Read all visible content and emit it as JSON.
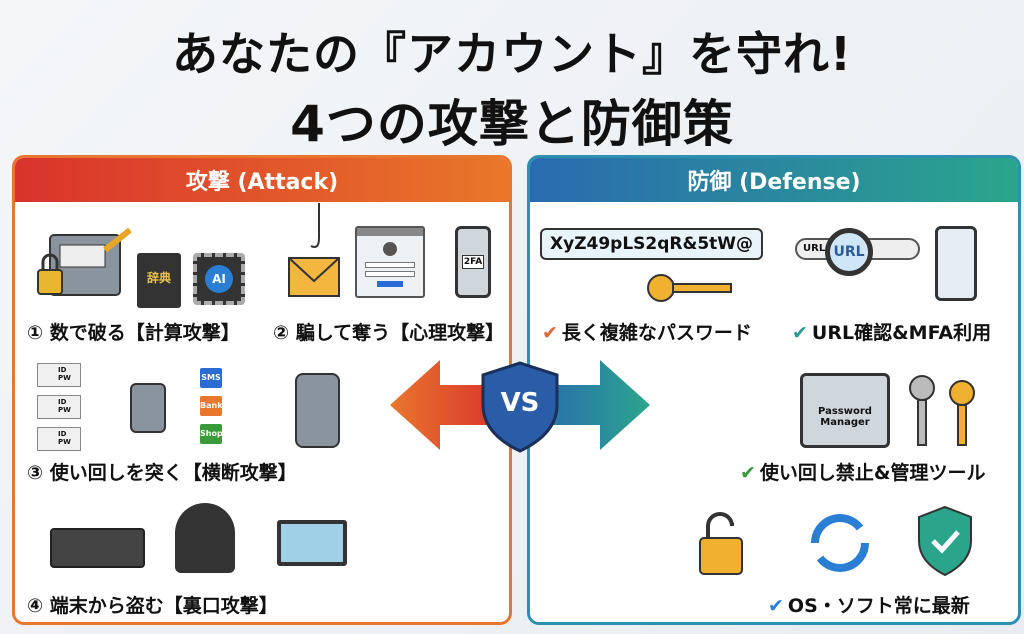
{
  "title": {
    "line1": "あなたの『アカウント』を守れ!",
    "line2": "4つの攻撃と防御策"
  },
  "attack": {
    "header": "攻撃 (Attack)",
    "items": [
      {
        "label": "① 数で破る【計算攻撃】",
        "dict": "辞典",
        "ai": "AI"
      },
      {
        "label": "② 騙して奪う【心理攻撃】",
        "twofa": "2FA"
      },
      {
        "label": "③ 使い回しを突く【横断攻撃】",
        "id": "ID",
        "pw": "PW",
        "sites": [
          "SMS",
          "Bank",
          "Shop"
        ]
      },
      {
        "label": "④ 端末から盗む【裏口攻撃】"
      }
    ]
  },
  "defense": {
    "header": "防御 (Defense)",
    "items": [
      {
        "label": "長く複雑なパスワード",
        "password": "XyZ49pLS2qR&5tW@"
      },
      {
        "label": "URL確認&MFA利用",
        "url_small": "URL",
        "url_big": "URL"
      },
      {
        "label": "使い回し禁止&管理ツール",
        "manager": "Password Manager"
      },
      {
        "label": "OS・ソフト常に最新"
      }
    ]
  },
  "vs": "VS",
  "check": "✔",
  "colors": {
    "attack": "#e8762e",
    "defense": "#2f8fb0"
  }
}
